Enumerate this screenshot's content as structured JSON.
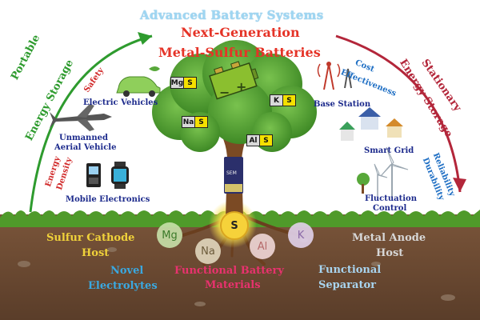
{
  "title": {
    "systems": "Advanced Battery Systems",
    "line1": "Next-Generation",
    "line2": "Metal-Sulfur Batteries"
  },
  "left_arc": {
    "line1": "Portable",
    "line2": "Energy Storage"
  },
  "right_arc": {
    "line1": "Stationary",
    "line2": "Energy Storage"
  },
  "portable": {
    "safety": "Safety",
    "electric_vehicles": "Electric Vehicles",
    "uav_line1": "Unmanned",
    "uav_line2": "Aerial Vehicle",
    "energy": "Energy",
    "density": "Density",
    "mobile_electronics": "Mobile Electronics"
  },
  "stationary": {
    "cost": "Cost",
    "effectiveness": "Effectiveness",
    "base_station": "Base Station",
    "smart_grid": "Smart Grid",
    "reliability": "Reliability",
    "durability": "Durability",
    "fluctuation": "Fluctuation",
    "control": "Control"
  },
  "tree_elements": [
    {
      "metal": "Mg",
      "anion": "S"
    },
    {
      "metal": "Na",
      "anion": "S"
    },
    {
      "metal": "K",
      "anion": "S"
    },
    {
      "metal": "Al",
      "anion": "S"
    }
  ],
  "battery": {
    "minus": "−",
    "plus": "+"
  },
  "trunk_badge": "SEM",
  "root_bubbles": {
    "s": "S",
    "mg": "Mg",
    "na": "Na",
    "al": "Al",
    "k": "K"
  },
  "ground": {
    "sulfur_line1": "Sulfur Cathode",
    "sulfur_line2": "Host",
    "novel_line1": "Novel",
    "novel_line2": "Electrolytes",
    "functional_line1": "Functional Battery",
    "functional_line2": "Materials",
    "metal_line1": "Metal Anode",
    "metal_line2": "Host",
    "separator_line1": "Functional",
    "separator_line2": "Separator"
  },
  "colors": {
    "sky_title": "#9fd6f2",
    "title_red": "#e53327",
    "portable_green": "#2e9b2e",
    "stationary_red": "#b3263a",
    "soil": "#6b4a33",
    "grass": "#4f9a2a",
    "leaf": "#58a83a",
    "sulfur_yellow": "#f6d23a"
  }
}
